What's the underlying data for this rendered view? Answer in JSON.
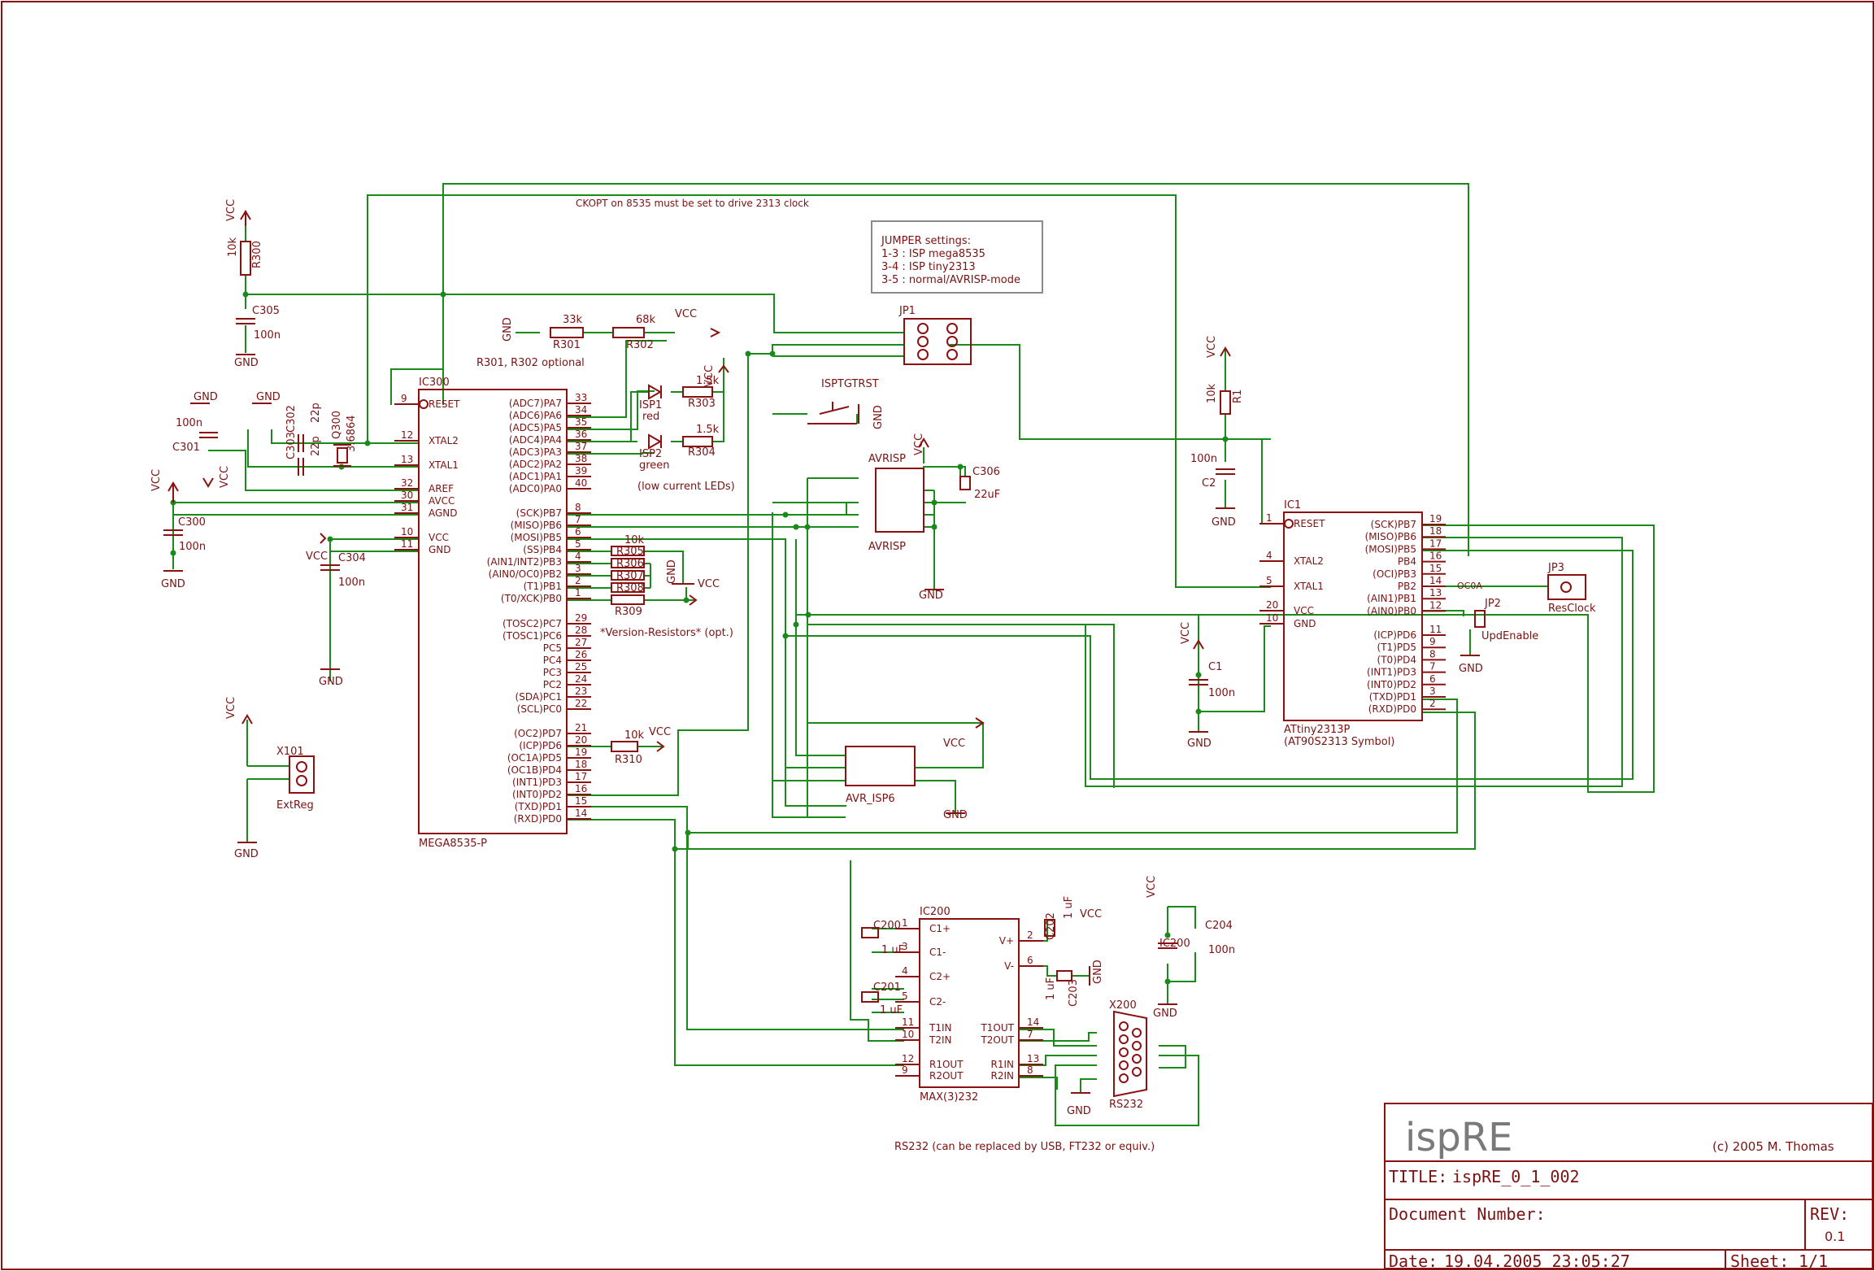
{
  "colors": {
    "frame": "#8b1010",
    "wire": "#1a8a1a",
    "part": "#8b1010",
    "text": "#7a1212",
    "note_box": "#8a8a8a",
    "title_text": "#7a7a7a"
  },
  "notes": {
    "ckopt": "CKOPT on 8535 must be set to drive 2313 clock",
    "jumper_title": "JUMPER settings:",
    "jumper_1": "1-3 : ISP mega8535",
    "jumper_2": "3-4 : ISP tiny2313",
    "jumper_3": "3-5 : normal/AVRISP-mode",
    "optional": "R301, R302 optional",
    "leds": "(low current LEDs)",
    "version": "*Version-Resistors* (opt.)",
    "rs232": "RS232 (can be replaced by USB, FT232 or equiv.)"
  },
  "title_block": {
    "name": "ispRE",
    "copyright": "(c) 2005 M. Thomas",
    "title_label": "TITLE:",
    "title_value": "ispRE_0_1_002",
    "docnum_label": "Document Number:",
    "rev_label": "REV:",
    "rev_value": "0.1",
    "date_label": "Date:",
    "date_value": "19.04.2005 23:05:27",
    "sheet_label": "Sheet:",
    "sheet_value": "1/1"
  },
  "ic300": {
    "name": "IC300",
    "part": "MEGA8535-P",
    "left_pins": [
      {
        "num": "9",
        "label": "RESET"
      },
      {
        "num": "12",
        "label": "XTAL2"
      },
      {
        "num": "13",
        "label": "XTAL1"
      },
      {
        "num": "32",
        "label": "AREF"
      },
      {
        "num": "30",
        "label": "AVCC"
      },
      {
        "num": "31",
        "label": "AGND"
      },
      {
        "num": "10",
        "label": "VCC"
      },
      {
        "num": "11",
        "label": "GND"
      }
    ],
    "right_pins": [
      {
        "num": "33",
        "label": "(ADC7)PA7"
      },
      {
        "num": "34",
        "label": "(ADC6)PA6"
      },
      {
        "num": "35",
        "label": "(ADC5)PA5"
      },
      {
        "num": "36",
        "label": "(ADC4)PA4"
      },
      {
        "num": "37",
        "label": "(ADC3)PA3"
      },
      {
        "num": "38",
        "label": "(ADC2)PA2"
      },
      {
        "num": "39",
        "label": "(ADC1)PA1"
      },
      {
        "num": "40",
        "label": "(ADC0)PA0"
      },
      {
        "num": "8",
        "label": "(SCK)PB7"
      },
      {
        "num": "7",
        "label": "(MISO)PB6"
      },
      {
        "num": "6",
        "label": "(MOSI)PB5"
      },
      {
        "num": "5",
        "label": "(SS)PB4"
      },
      {
        "num": "4",
        "label": "(AIN1/INT2)PB3"
      },
      {
        "num": "3",
        "label": "(AIN0/OC0)PB2"
      },
      {
        "num": "2",
        "label": "(T1)PB1"
      },
      {
        "num": "1",
        "label": "(T0/XCK)PB0"
      },
      {
        "num": "29",
        "label": "(TOSC2)PC7"
      },
      {
        "num": "28",
        "label": "(TOSC1)PC6"
      },
      {
        "num": "27",
        "label": "PC5"
      },
      {
        "num": "26",
        "label": "PC4"
      },
      {
        "num": "25",
        "label": "PC3"
      },
      {
        "num": "24",
        "label": "PC2"
      },
      {
        "num": "23",
        "label": "(SDA)PC1"
      },
      {
        "num": "22",
        "label": "(SCL)PC0"
      },
      {
        "num": "21",
        "label": "(OC2)PD7"
      },
      {
        "num": "20",
        "label": "(ICP)PD6"
      },
      {
        "num": "19",
        "label": "(OC1A)PD5"
      },
      {
        "num": "18",
        "label": "(OC1B)PD4"
      },
      {
        "num": "17",
        "label": "(INT1)PD3"
      },
      {
        "num": "16",
        "label": "(INT0)PD2"
      },
      {
        "num": "15",
        "label": "(TXD)PD1"
      },
      {
        "num": "14",
        "label": "(RXD)PD0"
      }
    ]
  },
  "ic1": {
    "name": "IC1",
    "part": "ATtiny2313P",
    "part2": "(AT90S2313 Symbol)",
    "left_pins": [
      {
        "num": "1",
        "label": "RESET"
      },
      {
        "num": "4",
        "label": "XTAL2"
      },
      {
        "num": "5",
        "label": "XTAL1"
      },
      {
        "num": "20",
        "label": "VCC"
      },
      {
        "num": "10",
        "label": "GND"
      }
    ],
    "right_pins": [
      {
        "num": "19",
        "label": "(SCK)PB7"
      },
      {
        "num": "18",
        "label": "(MISO)PB6"
      },
      {
        "num": "17",
        "label": "(MOSI)PB5"
      },
      {
        "num": "16",
        "label": "PB4"
      },
      {
        "num": "15",
        "label": "(OCI)PB3"
      },
      {
        "num": "14",
        "label": "PB2"
      },
      {
        "num": "13",
        "label": "(AIN1)PB1"
      },
      {
        "num": "12",
        "label": "(AIN0)PB0"
      },
      {
        "num": "11",
        "label": "(ICP)PD6"
      },
      {
        "num": "9",
        "label": "(T1)PD5"
      },
      {
        "num": "8",
        "label": "(T0)PD4"
      },
      {
        "num": "7",
        "label": "(INT1)PD3"
      },
      {
        "num": "6",
        "label": "(INT0)PD2"
      },
      {
        "num": "3",
        "label": "(TXD)PD1"
      },
      {
        "num": "2",
        "label": "(RXD)PD0"
      }
    ]
  },
  "ic200": {
    "name": "IC200",
    "part": "MAX(3)232",
    "left_pins": [
      {
        "num": "1",
        "label": "C1+"
      },
      {
        "num": "3",
        "label": "C1-"
      },
      {
        "num": "4",
        "label": "C2+"
      },
      {
        "num": "5",
        "label": "C2-"
      },
      {
        "num": "11",
        "label": "T1IN"
      },
      {
        "num": "10",
        "label": "T2IN"
      },
      {
        "num": "12",
        "label": "R1OUT"
      },
      {
        "num": "9",
        "label": "R2OUT"
      }
    ],
    "right_pins": [
      {
        "num": "2",
        "label": "V+"
      },
      {
        "num": "6",
        "label": "V-"
      },
      {
        "num": "14",
        "label": "T1OUT"
      },
      {
        "num": "7",
        "label": "T2OUT"
      },
      {
        "num": "13",
        "label": "R1IN"
      },
      {
        "num": "8",
        "label": "R2IN"
      }
    ]
  },
  "labels": {
    "vcc": "VCC",
    "gnd": "GND",
    "r300": "R300",
    "r300_val": "10k",
    "c305": "C305",
    "c305_val": "100n",
    "r301": "R301",
    "r301_val": "33k",
    "r302": "R302",
    "r302_val": "68k",
    "c301": "C301",
    "c301_val": "100n",
    "c302": "C302",
    "c302_val": "22p",
    "c303": "C303",
    "c303_val": "22p",
    "q300": "Q300",
    "q300_val": "3.6864",
    "c300": "C300",
    "c300_val": "100n",
    "c304": "C304",
    "c304_val": "100n",
    "isp1": "ISP1",
    "isp1_col": "red",
    "isp2": "ISP2",
    "isp2_col": "green",
    "r303": "R303",
    "r303_val": "1.5k",
    "r304": "R304",
    "r304_val": "1.5k",
    "r305": "R305",
    "r306": "R306",
    "r307": "R307",
    "r308": "R308",
    "r309": "R309",
    "rv_val": "10k",
    "r310": "R310",
    "r310_val": "10k",
    "x101": "X101",
    "x101_val": "ExtReg",
    "jp1": "JP1",
    "isptgtrst": "ISPTGTRST",
    "avrisp": "AVRISP",
    "c306": "C306",
    "c306_val": "22uF",
    "avr_isp6": "AVR_ISP6",
    "r1": "R1",
    "r1_val": "10k",
    "c2": "C2",
    "c2_val": "100n",
    "c1": "C1",
    "c1_val": "100n",
    "jp3": "JP3",
    "jp3_val": "ResClock",
    "oc0a": "OC0A",
    "jp2": "JP2",
    "jp2_val": "UpdEnable",
    "c200": "C200",
    "c200_val": "1 uF",
    "c201": "C201",
    "c201_val": "1 uF",
    "c202": "C202",
    "c202_val": "1 uF",
    "c203": "C203",
    "c203_val": "1 uF",
    "c204": "C204",
    "c204_val": "100n",
    "ic200b": "IC200",
    "x200": "X200",
    "x200_val": "RS232"
  }
}
